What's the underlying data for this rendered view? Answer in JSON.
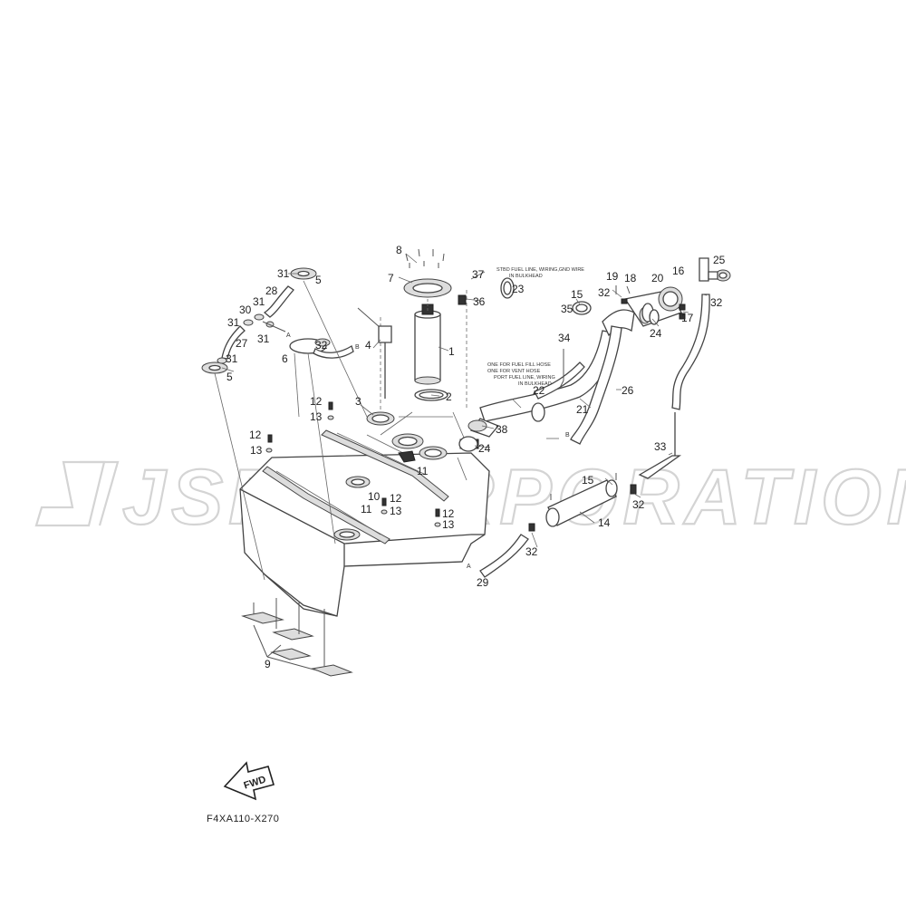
{
  "watermark": {
    "text": "JSP CORPORATION"
  },
  "notes": {
    "n23": [
      "STBD FUEL LINE, WIRING,GND WIRE",
      "IN BULKHEAD"
    ],
    "n22": [
      "ONE FOR FUEL FILL HOSE",
      "ONE FOR VENT HOSE",
      "PORT FUEL LINE, WIRING",
      "IN BULKHEAD"
    ]
  },
  "fwd_label": "FWD",
  "drawing_code": "F4XA110-X270",
  "connectors": {
    "a": "A",
    "b": "B"
  },
  "callouts": {
    "c1": "1",
    "c2": "2",
    "c3": "3",
    "c4": "4",
    "c5a": "5",
    "c5b": "5",
    "c6": "6",
    "c7": "7",
    "c8": "8",
    "c9": "9",
    "c10": "10",
    "c11a": "11",
    "c11b": "11",
    "c12a": "12",
    "c12b": "12",
    "c12c": "12",
    "c12d": "12",
    "c13a": "13",
    "c13b": "13",
    "c13c": "13",
    "c13d": "13",
    "c14": "14",
    "c15a": "15",
    "c15b": "15",
    "c16": "16",
    "c17": "17",
    "c18": "18",
    "c19": "19",
    "c20": "20",
    "c21": "21",
    "c22": "22",
    "c23": "23",
    "c24a": "24",
    "c24b": "24",
    "c25": "25",
    "c26": "26",
    "c27": "27",
    "c28": "28",
    "c29": "29",
    "c30": "30",
    "c31a": "31",
    "c31b": "31",
    "c31c": "31",
    "c31d": "31",
    "c31e": "31",
    "c32a": "32",
    "c32b": "32",
    "c32c": "32",
    "c32d": "32",
    "c32e": "32",
    "c33": "33",
    "c34": "34",
    "c35": "35",
    "c36": "36",
    "c37": "37",
    "c38": "38"
  }
}
